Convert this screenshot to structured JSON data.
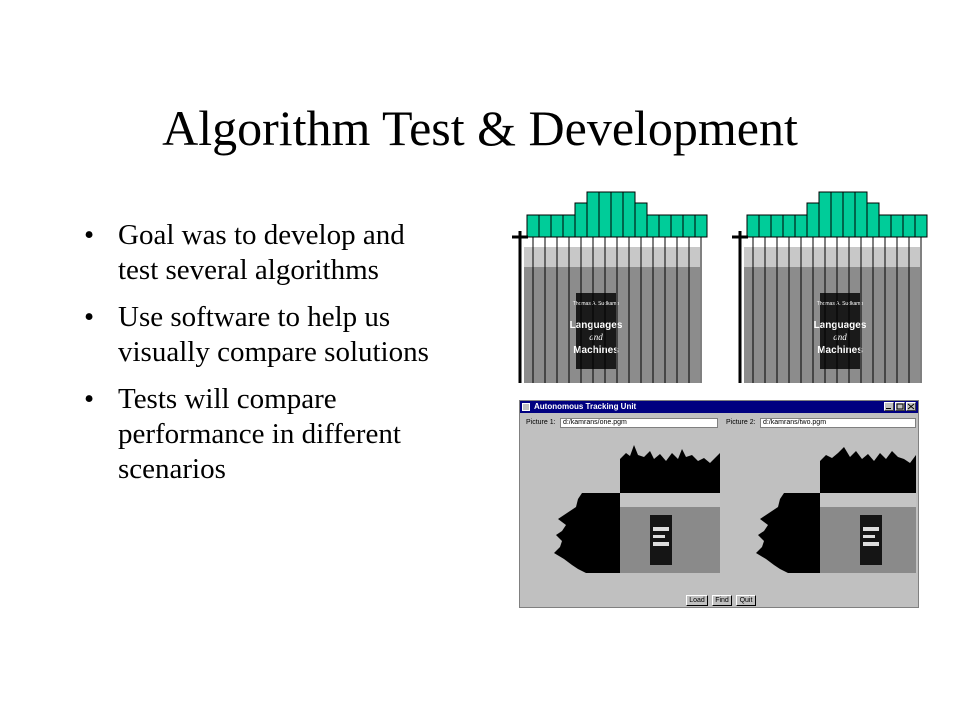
{
  "slide": {
    "title": "Algorithm Test & Development",
    "bullets": [
      {
        "marker": "•",
        "text": "Goal was to develop and test several algorithms"
      },
      {
        "marker": "•",
        "text": "Use software to help us visually compare solutions"
      },
      {
        "marker": "•",
        "text": "Tests will compare performance in different scenarios"
      }
    ]
  },
  "app": {
    "title": "Autonomous Tracking Unit",
    "picture1_label": "Picture 1:",
    "picture1_value": "d:/kamrans/one.pgm",
    "picture2_label": "Picture 2:",
    "picture2_value": "d:/kamrans/two.pgm",
    "buttons": {
      "load": "Load",
      "find": "Find",
      "quit": "Quit"
    }
  },
  "book": {
    "header": "Thomas A. Sudkamp",
    "title_line1": "Languages",
    "title_line2": "and",
    "title_line3": "Machines"
  },
  "colors": {
    "histogram_fill": "#00cc99",
    "titlebar": "#000080",
    "window_gray": "#c0c0c0"
  }
}
